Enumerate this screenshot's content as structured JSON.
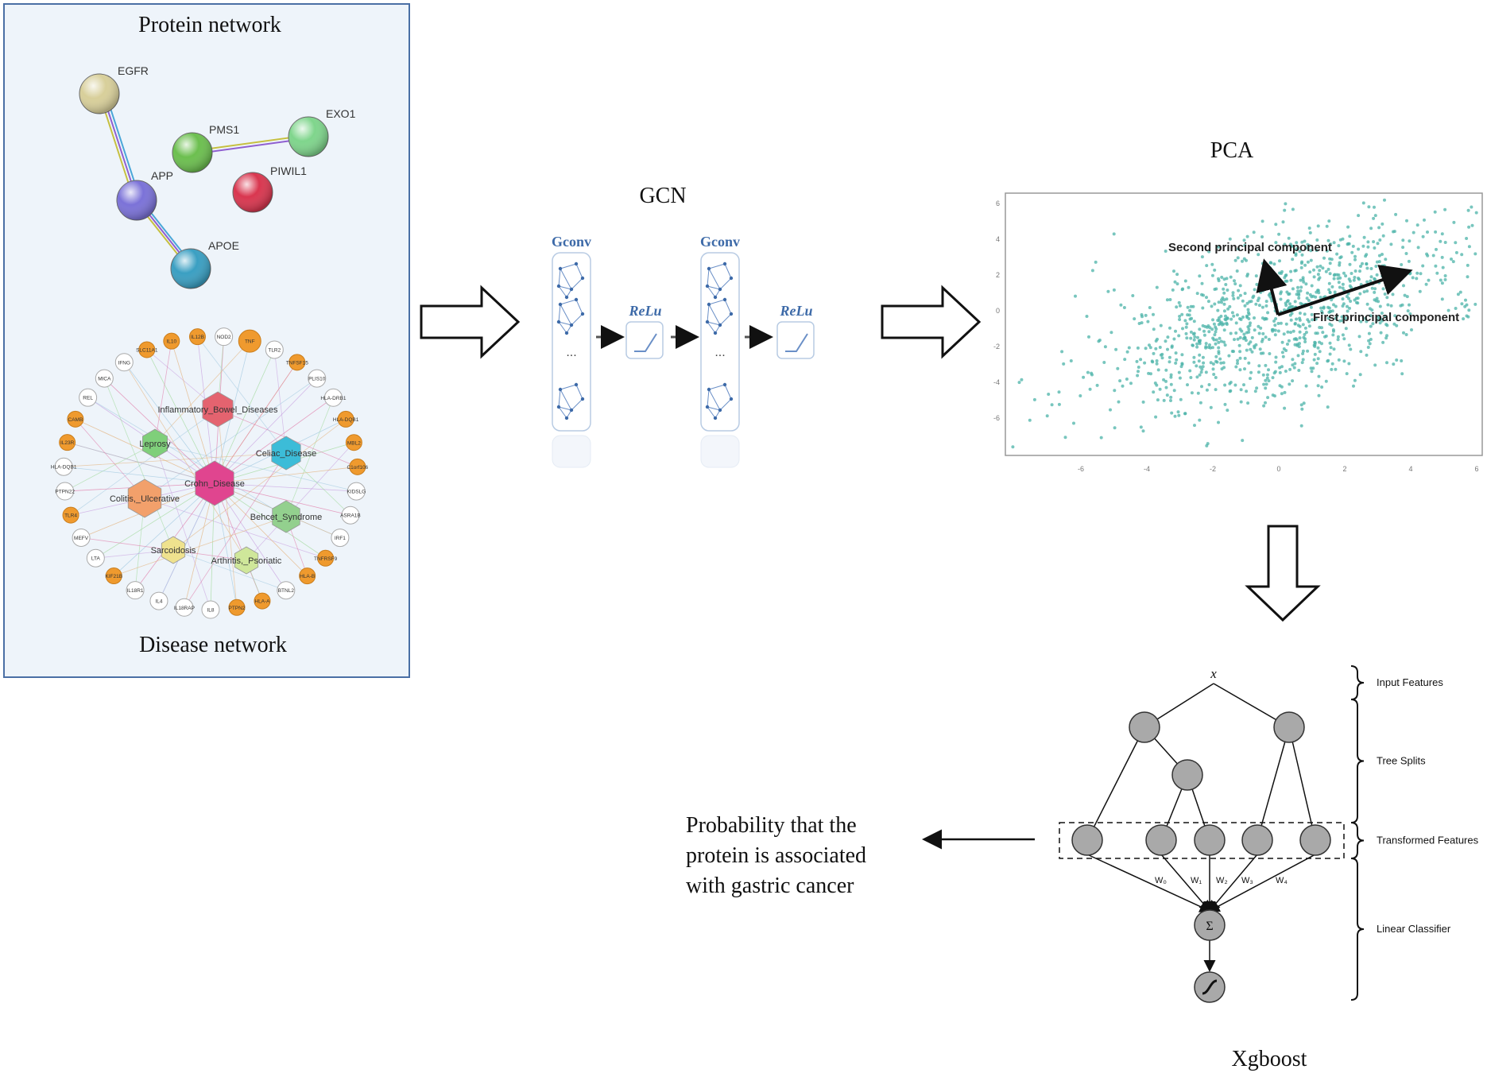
{
  "protein_panel": {
    "title": "Protein network",
    "bottom_title": "Disease network",
    "proteins": [
      {
        "label": "EGFR",
        "color": "#d8cf9a"
      },
      {
        "label": "PMS1",
        "color": "#6cbf4f"
      },
      {
        "label": "EXO1",
        "color": "#7fd58c"
      },
      {
        "label": "APP",
        "color": "#7b72d8"
      },
      {
        "label": "PIWIL1",
        "color": "#d9364f"
      },
      {
        "label": "APOE",
        "color": "#3a9fc2"
      }
    ],
    "diseases": [
      {
        "label": "Inflammatory_Bowel_Diseases",
        "color": "#e4636f"
      },
      {
        "label": "Leprosy",
        "color": "#7fcf7a"
      },
      {
        "label": "Celiac_Disease",
        "color": "#3cbcd8"
      },
      {
        "label": "Crohn_Disease",
        "color": "#e0458f"
      },
      {
        "label": "Colitis,_Ulcerative",
        "color": "#f2a06b"
      },
      {
        "label": "Behcet_Syndrome",
        "color": "#93d08e"
      },
      {
        "label": "Sarcoidosis",
        "color": "#efe28e"
      },
      {
        "label": "Arthritis,_Psoriatic",
        "color": "#cfe79a"
      }
    ],
    "genes": [
      "NOD2",
      "TNF",
      "TLR2",
      "TNFSF15",
      "PLIS10",
      "HLA-DRB1",
      "HLA-DQB1",
      "MBL2",
      "C1orf106",
      "KIDSLG",
      "ASRA1B",
      "IRF1",
      "TNFRSF9",
      "HLA-B",
      "BTNL2",
      "HLA-A",
      "PTPN2",
      "IL8",
      "IL18RAP",
      "IL4",
      "IL18R1",
      "KIF21B",
      "LTA",
      "MEFV",
      "TLR4",
      "PTPN22",
      "HLA-DQB1",
      "IL23R",
      "CAMB",
      "REL",
      "MICA",
      "IFNG",
      "SLC11A1",
      "IL10",
      "IL12B"
    ]
  },
  "gcn": {
    "title": "GCN",
    "gconv_label": "Gconv",
    "relu_label": "ReLu",
    "ellipsis": "..."
  },
  "pca": {
    "title": "PCA",
    "first_component": "First principal component",
    "second_component": "Second principal component",
    "x_ticks": [
      "-6",
      "-4",
      "-2",
      "0",
      "2",
      "4",
      "6"
    ],
    "y_ticks": [
      "6",
      "4",
      "2",
      "0",
      "-2",
      "-4",
      "-6"
    ],
    "point_color": "#4bb3a8"
  },
  "xgboost": {
    "title": "Xgboost",
    "input_symbol": "x",
    "sum_symbol": "Σ",
    "weights": [
      "W₀",
      "W₁",
      "W₂",
      "W₃",
      "W₄"
    ],
    "bracket_labels": [
      "Input Features",
      "Tree Splits",
      "Transformed Features",
      "Linear Classifier"
    ]
  },
  "output": {
    "lines": [
      "Probability that the",
      "protein is associated",
      "with gastric cancer"
    ]
  }
}
